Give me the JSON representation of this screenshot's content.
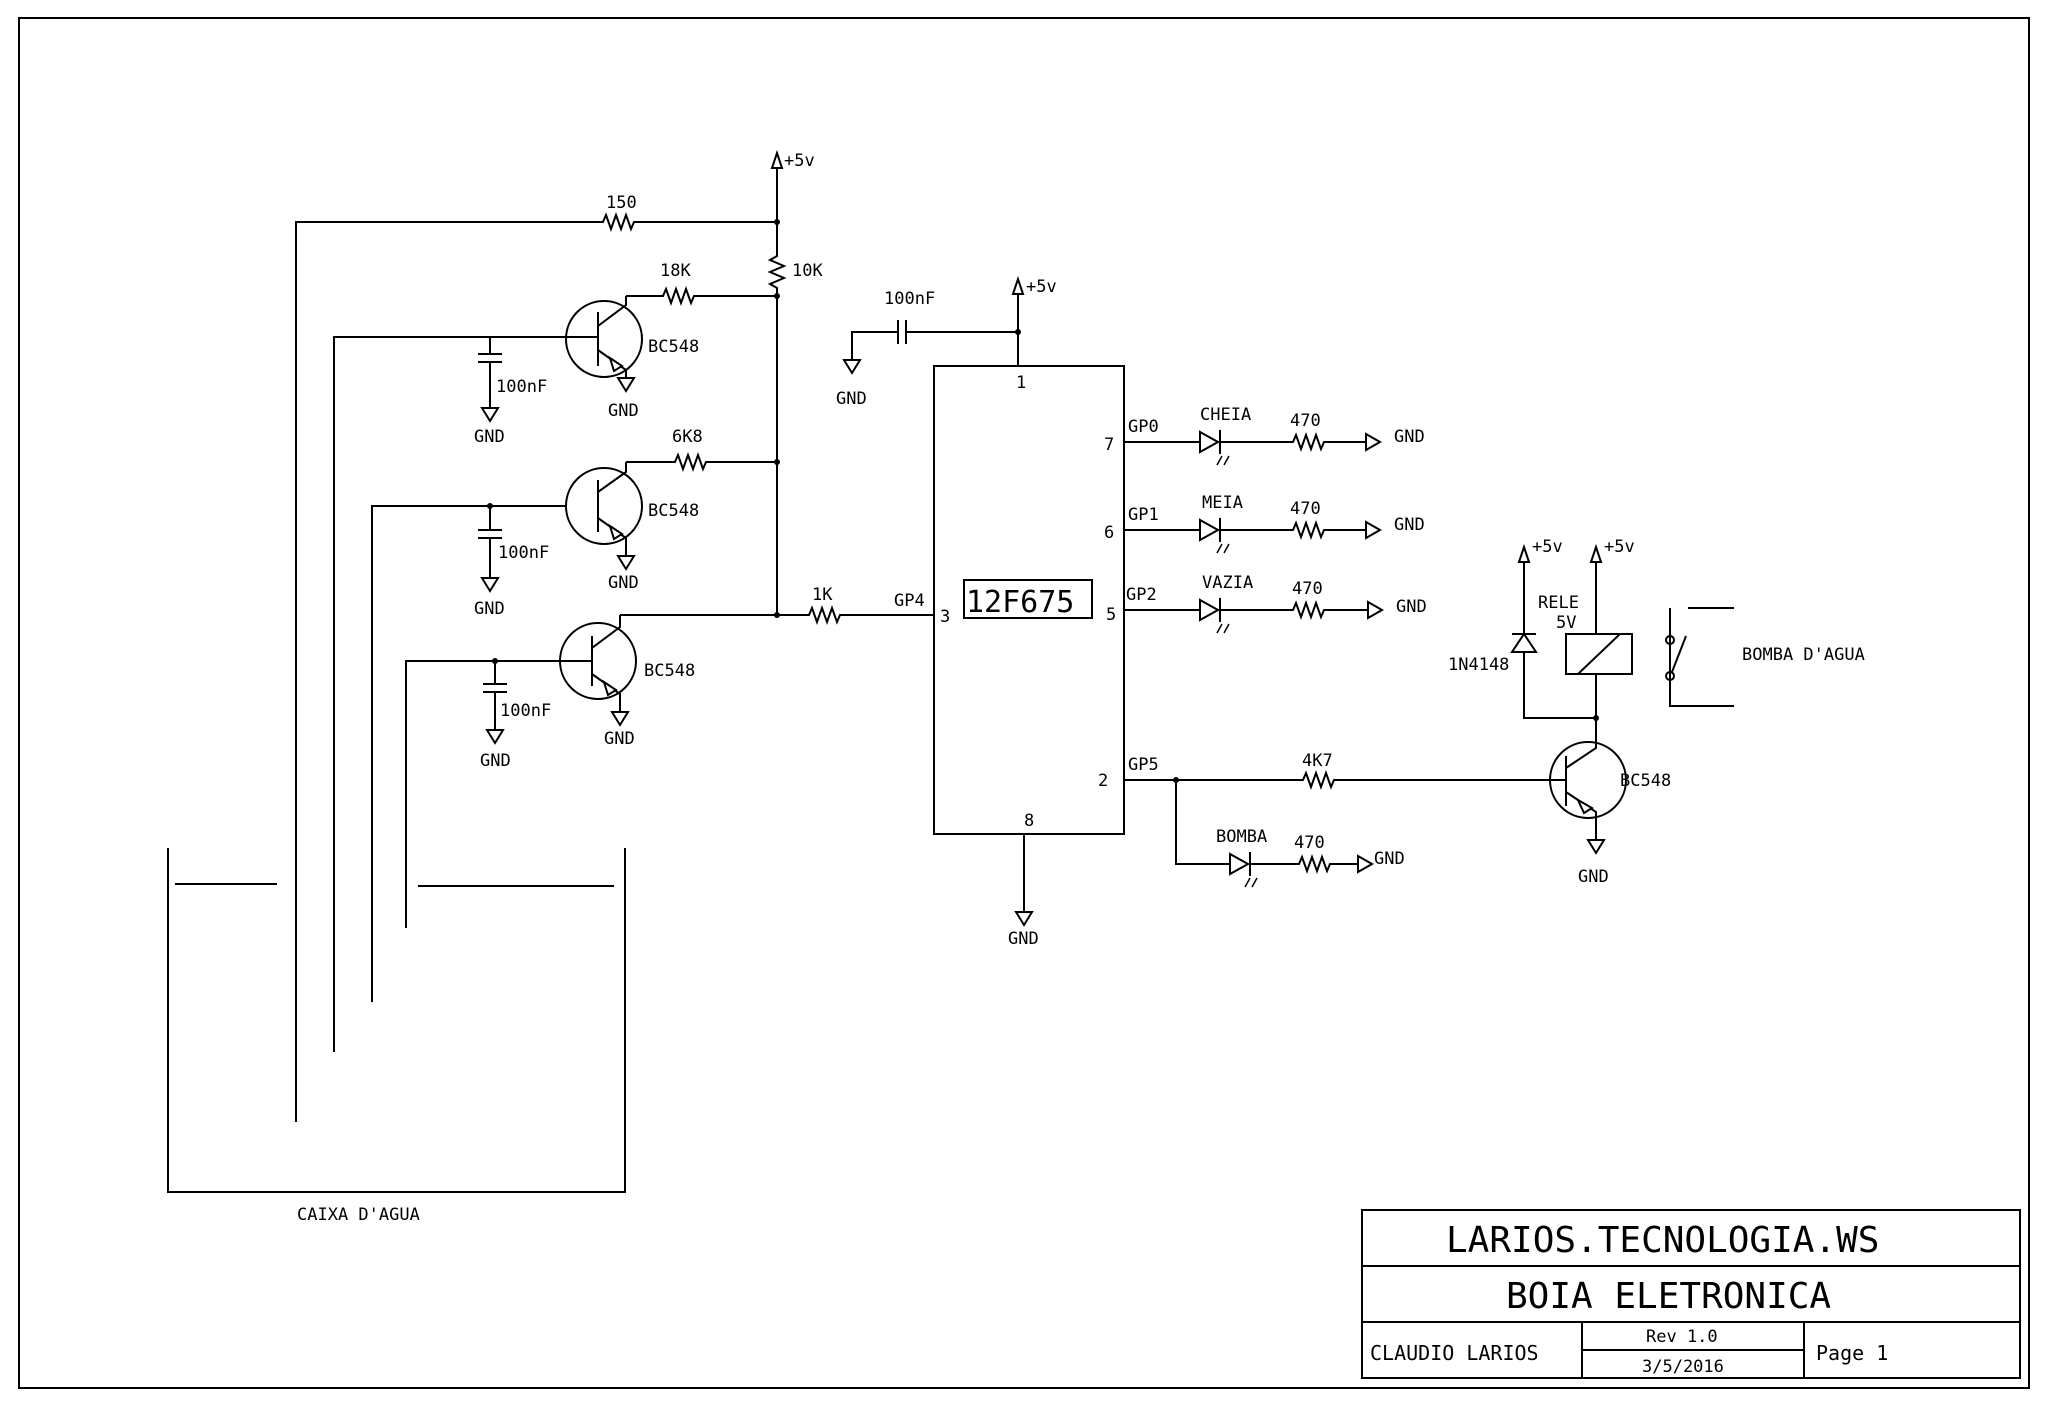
{
  "labels": {
    "vcc": "+5v",
    "gnd": "GND",
    "r150": "150",
    "r10k": "10K",
    "r18k": "18K",
    "r6k8": "6K8",
    "r1k": "1K",
    "cap": "100nF",
    "cap_ic": "100nF",
    "transistor": "BC548",
    "ic_name": "12F675",
    "pin1": "1",
    "pin2": "2",
    "pin3": "3",
    "pin5": "5",
    "pin6": "6",
    "pin7": "7",
    "pin8": "8",
    "gp0": "GP0",
    "gp1": "GP1",
    "gp2": "GP2",
    "gp4": "GP4",
    "gp5": "GP5",
    "led_cheia": "CHEIA",
    "led_meia": "MEIA",
    "led_vazia": "VAZIA",
    "led_bomba": "BOMBA",
    "r470": "470",
    "r4k7": "4K7",
    "relay_name": "RELE",
    "relay_voltage": "5V",
    "diode": "1N4148",
    "pump": "BOMBA D'AGUA",
    "tank": "CAIXA D'AGUA"
  },
  "title_block": {
    "company": "LARIOS.TECNOLOGIA.WS",
    "title": "BOIA ELETRONICA",
    "author": "CLAUDIO LARIOS",
    "revision": "Rev 1.0",
    "date": "3/5/2016",
    "page": "Page 1"
  }
}
